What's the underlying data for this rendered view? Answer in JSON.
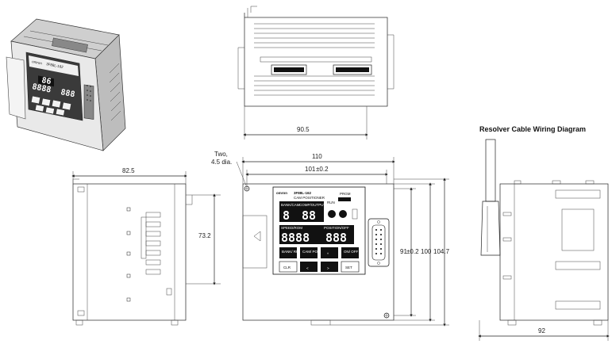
{
  "diagram": {
    "resolver_title": "Resolver Cable Wiring Diagram",
    "dimensions": {
      "top_width": "90.5",
      "side_width": "82.5",
      "side_height": "73.2",
      "front_total_width": "110",
      "front_hole_pitch": "101",
      "front_hole_pitch_tol": "±0.2",
      "front_hole_vpitch": "91",
      "front_hole_vpitch_tol": "±0.2",
      "front_height": "100",
      "front_total_height": "104.7",
      "mount_holes_line1": "Two,",
      "mount_holes_line2": "4.5 dia.",
      "resolver_width": "92"
    },
    "panel": {
      "brand": "omron",
      "model": "3F88L-162",
      "subtitle": "CAM POSITIONER",
      "bank_label": "BANK/CAM",
      "comp_label": "COMP/OUTPUT",
      "speed_label": "SPEED/ROM",
      "position_label": "POSITION/OFF",
      "run_label": "RUN",
      "prog_label": "PRGM",
      "bank_digit": "8",
      "cam_digits": "88",
      "speed_digits": "8888",
      "position_digits": "888",
      "key_bank": "BANK/ RUN",
      "key_cam": "CAM/ POWER",
      "key_up": "^",
      "key_on_off": "ON/ OFF",
      "key_clr": "CLR",
      "key_left": "<",
      "key_right": ">",
      "key_set": "SET"
    },
    "photo": {
      "brand": "omron",
      "model": "3F88L-162",
      "digits_small": "86",
      "digits_left": "8888",
      "digits_right": "888"
    }
  }
}
